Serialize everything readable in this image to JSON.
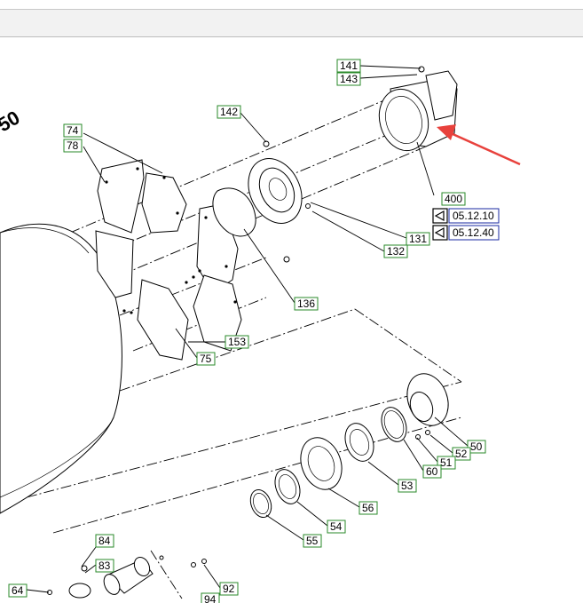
{
  "window": {
    "toolbar_label": ""
  },
  "colors": {
    "callout_border": "#2a8a2a",
    "reference_border": "#1a2aa0",
    "arrow": "#e8413c"
  },
  "diagram": {
    "corner_fragment": "50",
    "callouts": {
      "c141": "141",
      "c143": "143",
      "c142": "142",
      "c74": "74",
      "c78": "78",
      "c400": "400",
      "c131": "131",
      "c132": "132",
      "c136": "136",
      "c153": "153",
      "c75": "75",
      "c50": "50",
      "c52": "52",
      "c51": "51",
      "c60": "60",
      "c53": "53",
      "c56": "56",
      "c54": "54",
      "c55": "55",
      "c84": "84",
      "c83": "83",
      "c92": "92",
      "c64": "64",
      "c94": "94"
    },
    "references": {
      "ref1": "05.12.10",
      "ref2": "05.12.40"
    },
    "icons": {
      "reference_marker": "triangle-marker-icon",
      "highlight_arrow": "red-arrow-icon"
    }
  }
}
